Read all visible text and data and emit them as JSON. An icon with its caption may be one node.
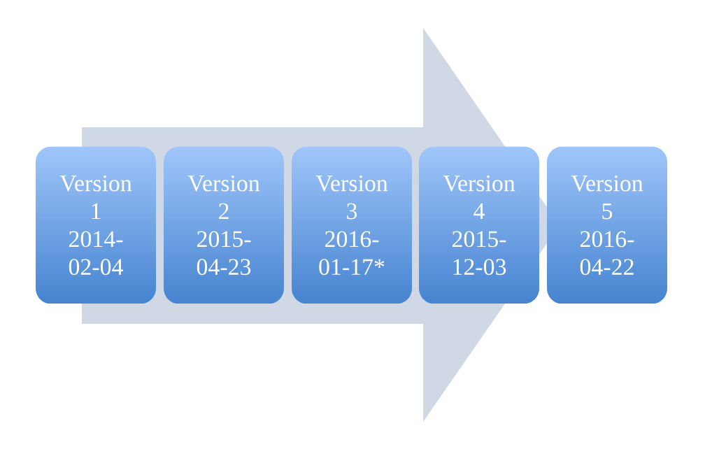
{
  "diagram": {
    "nodes": [
      {
        "text": [
          "Version 1",
          "2014-02-04"
        ]
      },
      {
        "text": [
          "Version 2",
          "2015-04-23"
        ]
      },
      {
        "text": [
          "Version 3",
          "2016-01-17*"
        ]
      },
      {
        "text": [
          "Version 4",
          "2015-12-03"
        ]
      },
      {
        "text": [
          "Version 5",
          "2016-04-22"
        ]
      }
    ],
    "edges": [
      {
        "from": 0,
        "to": 4,
        "arrow": "to"
      }
    ]
  }
}
